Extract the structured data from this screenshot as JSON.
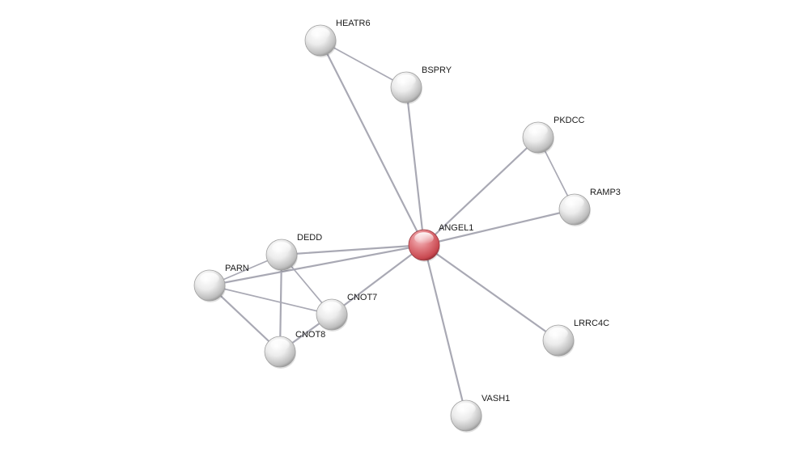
{
  "network": {
    "colors": {
      "edge": "#a9a9b4",
      "node": "#d6d6d6",
      "query_node": "#d85a62",
      "label": "#1a1a1a"
    },
    "nodes": [
      {
        "id": "ANGEL1",
        "label": "ANGEL1",
        "query": true
      },
      {
        "id": "HEATR6",
        "label": "HEATR6",
        "query": false
      },
      {
        "id": "BSPRY",
        "label": "BSPRY",
        "query": false
      },
      {
        "id": "PKDCC",
        "label": "PKDCC",
        "query": false
      },
      {
        "id": "RAMP3",
        "label": "RAMP3",
        "query": false
      },
      {
        "id": "DEDD",
        "label": "DEDD",
        "query": false
      },
      {
        "id": "PARN",
        "label": "PARN",
        "query": false
      },
      {
        "id": "CNOT7",
        "label": "CNOT7",
        "query": false
      },
      {
        "id": "CNOT8",
        "label": "CNOT8",
        "query": false
      },
      {
        "id": "LRRC4C",
        "label": "LRRC4C",
        "query": false
      },
      {
        "id": "VASH1",
        "label": "VASH1",
        "query": false
      }
    ],
    "edges": [
      {
        "source": "ANGEL1",
        "target": "HEATR6"
      },
      {
        "source": "ANGEL1",
        "target": "BSPRY"
      },
      {
        "source": "ANGEL1",
        "target": "PKDCC"
      },
      {
        "source": "ANGEL1",
        "target": "RAMP3"
      },
      {
        "source": "ANGEL1",
        "target": "DEDD"
      },
      {
        "source": "ANGEL1",
        "target": "PARN"
      },
      {
        "source": "ANGEL1",
        "target": "CNOT7"
      },
      {
        "source": "ANGEL1",
        "target": "LRRC4C"
      },
      {
        "source": "ANGEL1",
        "target": "VASH1"
      },
      {
        "source": "HEATR6",
        "target": "BSPRY"
      },
      {
        "source": "PKDCC",
        "target": "RAMP3"
      },
      {
        "source": "DEDD",
        "target": "PARN"
      },
      {
        "source": "DEDD",
        "target": "CNOT7"
      },
      {
        "source": "DEDD",
        "target": "CNOT8"
      },
      {
        "source": "PARN",
        "target": "CNOT7"
      },
      {
        "source": "PARN",
        "target": "CNOT8"
      },
      {
        "source": "CNOT7",
        "target": "CNOT8"
      }
    ]
  }
}
